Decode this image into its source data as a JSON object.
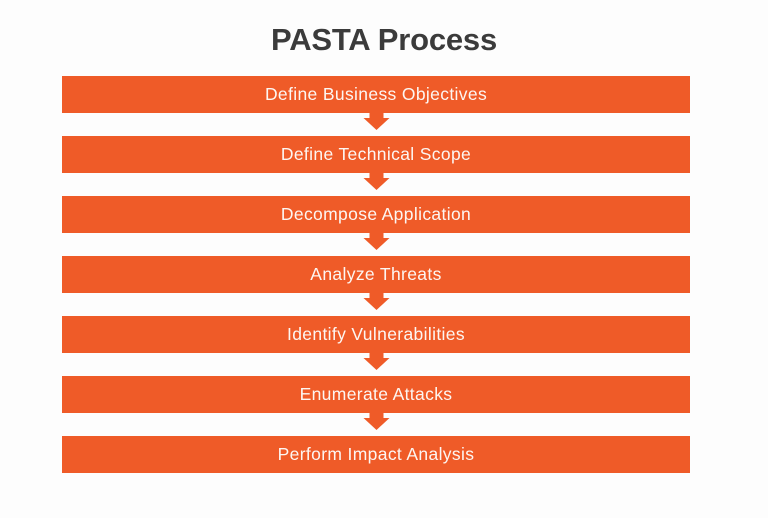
{
  "diagram": {
    "title": "PASTA Process",
    "type": "vertical-flowchart",
    "title_color": "#3b3b3b",
    "step_color": "#ef5b28",
    "step_text_color": "#fdf6f2",
    "background_color": "#fdfdfd",
    "connector_icon": "arrow-down-icon",
    "steps": [
      {
        "index": 1,
        "label": "Define Business Objectives"
      },
      {
        "index": 2,
        "label": "Define Technical Scope"
      },
      {
        "index": 3,
        "label": "Decompose Application"
      },
      {
        "index": 4,
        "label": "Analyze Threats"
      },
      {
        "index": 5,
        "label": "Identify Vulnerabilities"
      },
      {
        "index": 6,
        "label": "Enumerate Attacks"
      },
      {
        "index": 7,
        "label": "Perform Impact Analysis"
      }
    ]
  }
}
